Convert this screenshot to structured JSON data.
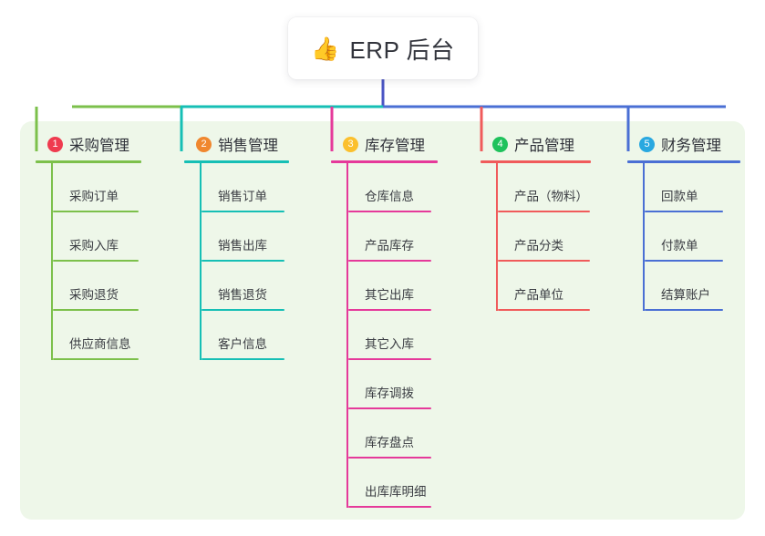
{
  "diagram": {
    "type": "mind-map",
    "background_color": "#ffffff",
    "panel_color": "#eef7e9"
  },
  "root": {
    "icon": "thumbs-up-icon",
    "emoji": "👍",
    "title": "ERP 后台",
    "stem_color": "#4a55c4"
  },
  "branches": [
    {
      "number": "1",
      "label": "采购管理",
      "color": "#7cc04b",
      "badge_color": "#ef3b4f",
      "items": [
        "采购订单",
        "采购入库",
        "采购退货",
        "供应商信息"
      ]
    },
    {
      "number": "2",
      "label": "销售管理",
      "color": "#16bfb5",
      "badge_color": "#f0872e",
      "items": [
        "销售订单",
        "销售出库",
        "销售退货",
        "客户信息"
      ]
    },
    {
      "number": "3",
      "label": "库存管理",
      "color": "#e5399a",
      "badge_color": "#fbc02d",
      "items": [
        "仓库信息",
        "产品库存",
        "其它出库",
        "其它入库",
        "库存调拨",
        "库存盘点",
        "出库库明细"
      ]
    },
    {
      "number": "4",
      "label": "产品管理",
      "color": "#f05b5b",
      "badge_color": "#1fc25c",
      "items": [
        "产品（物料）",
        "产品分类",
        "产品单位"
      ]
    },
    {
      "number": "5",
      "label": "财务管理",
      "color": "#4a6fd4",
      "badge_color": "#29a8e0",
      "items": [
        "回款单",
        "付款单",
        "结算账户"
      ]
    }
  ]
}
